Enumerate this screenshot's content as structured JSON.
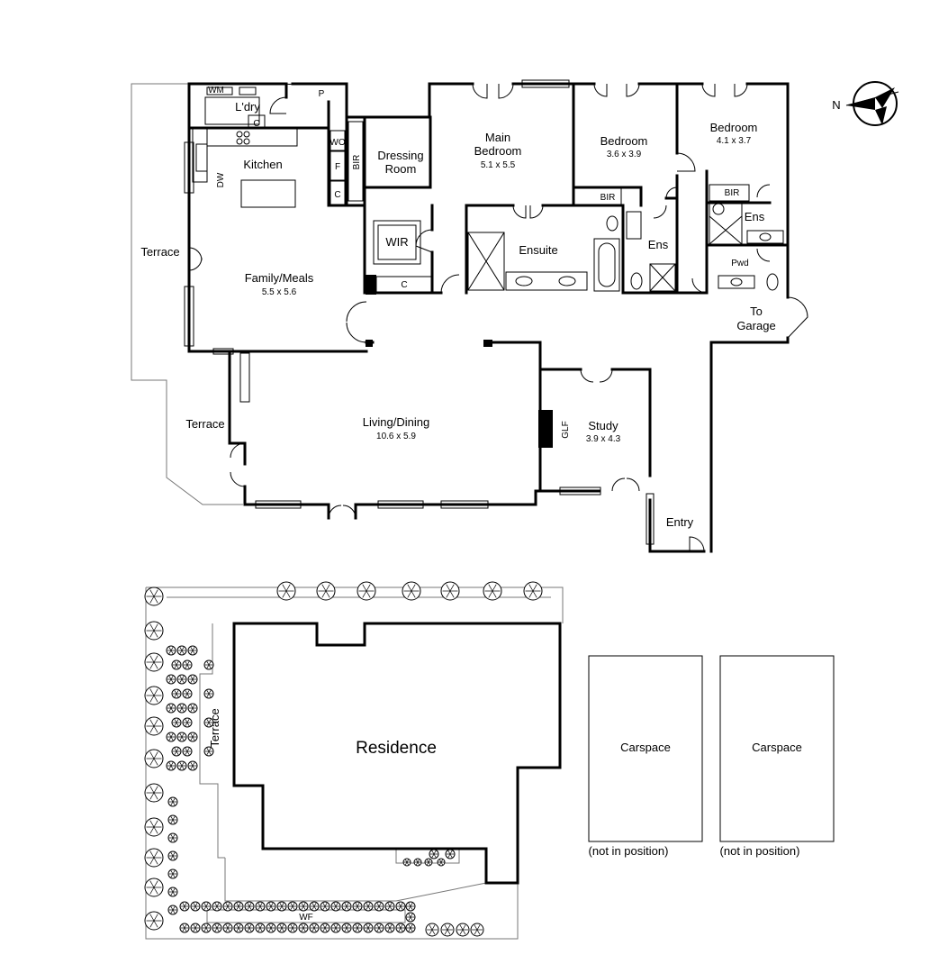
{
  "compass": {
    "label": "N"
  },
  "rooms": {
    "ldry": "L'dry",
    "wm": "WM",
    "p": "P",
    "c_ldry": "C",
    "wo": "WO",
    "f": "F",
    "c_kitchen": "C",
    "kitchen": "Kitchen",
    "dw": "DW",
    "bir_dressing": "BIR",
    "dressing_room": [
      "Dressing",
      "Room"
    ],
    "main_bedroom": [
      "Main",
      "Bedroom"
    ],
    "main_bedroom_dim": "5.1 x 5.5",
    "bedroom2": "Bedroom",
    "bedroom2_dim": "3.6 x 3.9",
    "bedroom3": "Bedroom",
    "bedroom3_dim": "4.1 x 3.7",
    "bir_bed2": "BIR",
    "bir_bed3": "BIR",
    "ens_bed3": "Ens",
    "pwd": "Pwd",
    "wir": "WIR",
    "c_wir": "C",
    "ensuite": "Ensuite",
    "ens_bed2": "Ens",
    "family_meals": "Family/Meals",
    "family_meals_dim": "5.5 x 5.6",
    "terrace_left": "Terrace",
    "terrace_lower": "Terrace",
    "to_garage": [
      "To",
      "Garage"
    ],
    "living_dining": "Living/Dining",
    "living_dining_dim": "10.6 x 5.9",
    "study": "Study",
    "study_dim": "3.9 x 4.3",
    "glf": "GLF",
    "entry": "Entry"
  },
  "siteplan": {
    "residence": "Residence",
    "terrace": "Terrace",
    "wf": "WF",
    "carspace1": "Carspace",
    "carspace1_note": "(not in position)",
    "carspace2": "Carspace",
    "carspace2_note": "(not in position)"
  }
}
